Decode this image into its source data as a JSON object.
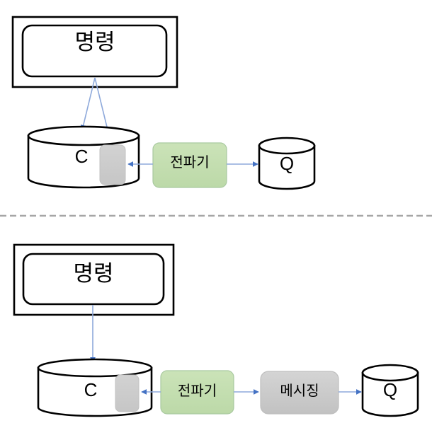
{
  "figure": {
    "title_text_top": "명령",
    "title_text_bottom": "명령"
  },
  "colors": {
    "arrow": "#4472C4",
    "arrow_line": "#8EA9DB",
    "green_fill": "#C5E0B4",
    "green_stroke": "#A9C9A0",
    "gray_fill": "#C9C9C9",
    "gray_stroke": "#BFBFBF",
    "gray_inner_fill": "#CFCFCF",
    "shape_stroke": "#000000",
    "divider": "#A6A6A6",
    "background": "#FFFFFF"
  },
  "panels": [
    {
      "id": "panel-top",
      "name": "direct-propagation-variant",
      "nodes": {
        "command_container": {
          "label": "명령",
          "icon": "command-box"
        },
        "command_store": {
          "label": "C",
          "icon": "database-cylinder"
        },
        "outbox": {
          "label": "",
          "icon": "outbox-slot"
        },
        "propagator": {
          "label": "전파기",
          "icon": "process-box-green"
        },
        "query_store": {
          "label": "Q",
          "icon": "database-cylinder"
        }
      },
      "edges": [
        {
          "from": "command_container",
          "to": "command_store",
          "direction": "down-left"
        },
        {
          "from": "command_container",
          "to": "outbox",
          "direction": "down-right"
        },
        {
          "from": "propagator",
          "to": "outbox",
          "direction": "left"
        },
        {
          "from": "propagator",
          "to": "query_store",
          "direction": "right"
        }
      ]
    },
    {
      "id": "panel-bottom",
      "name": "messaging-propagation-variant",
      "nodes": {
        "command_container": {
          "label": "명령",
          "icon": "command-box"
        },
        "command_store": {
          "label": "C",
          "icon": "database-cylinder"
        },
        "outbox": {
          "label": "",
          "icon": "outbox-slot"
        },
        "propagator": {
          "label": "전파기",
          "icon": "process-box-green"
        },
        "messaging": {
          "label": "메시징",
          "icon": "process-box-gray"
        },
        "query_store": {
          "label": "Q",
          "icon": "database-cylinder"
        }
      },
      "edges": [
        {
          "from": "command_container",
          "to": "command_store",
          "direction": "down"
        },
        {
          "from": "propagator",
          "to": "outbox",
          "direction": "left"
        },
        {
          "from": "propagator",
          "to": "messaging",
          "direction": "right"
        },
        {
          "from": "messaging",
          "to": "query_store",
          "direction": "right"
        }
      ]
    }
  ],
  "divider": {
    "style": "dashed",
    "label": "panel-separator"
  }
}
